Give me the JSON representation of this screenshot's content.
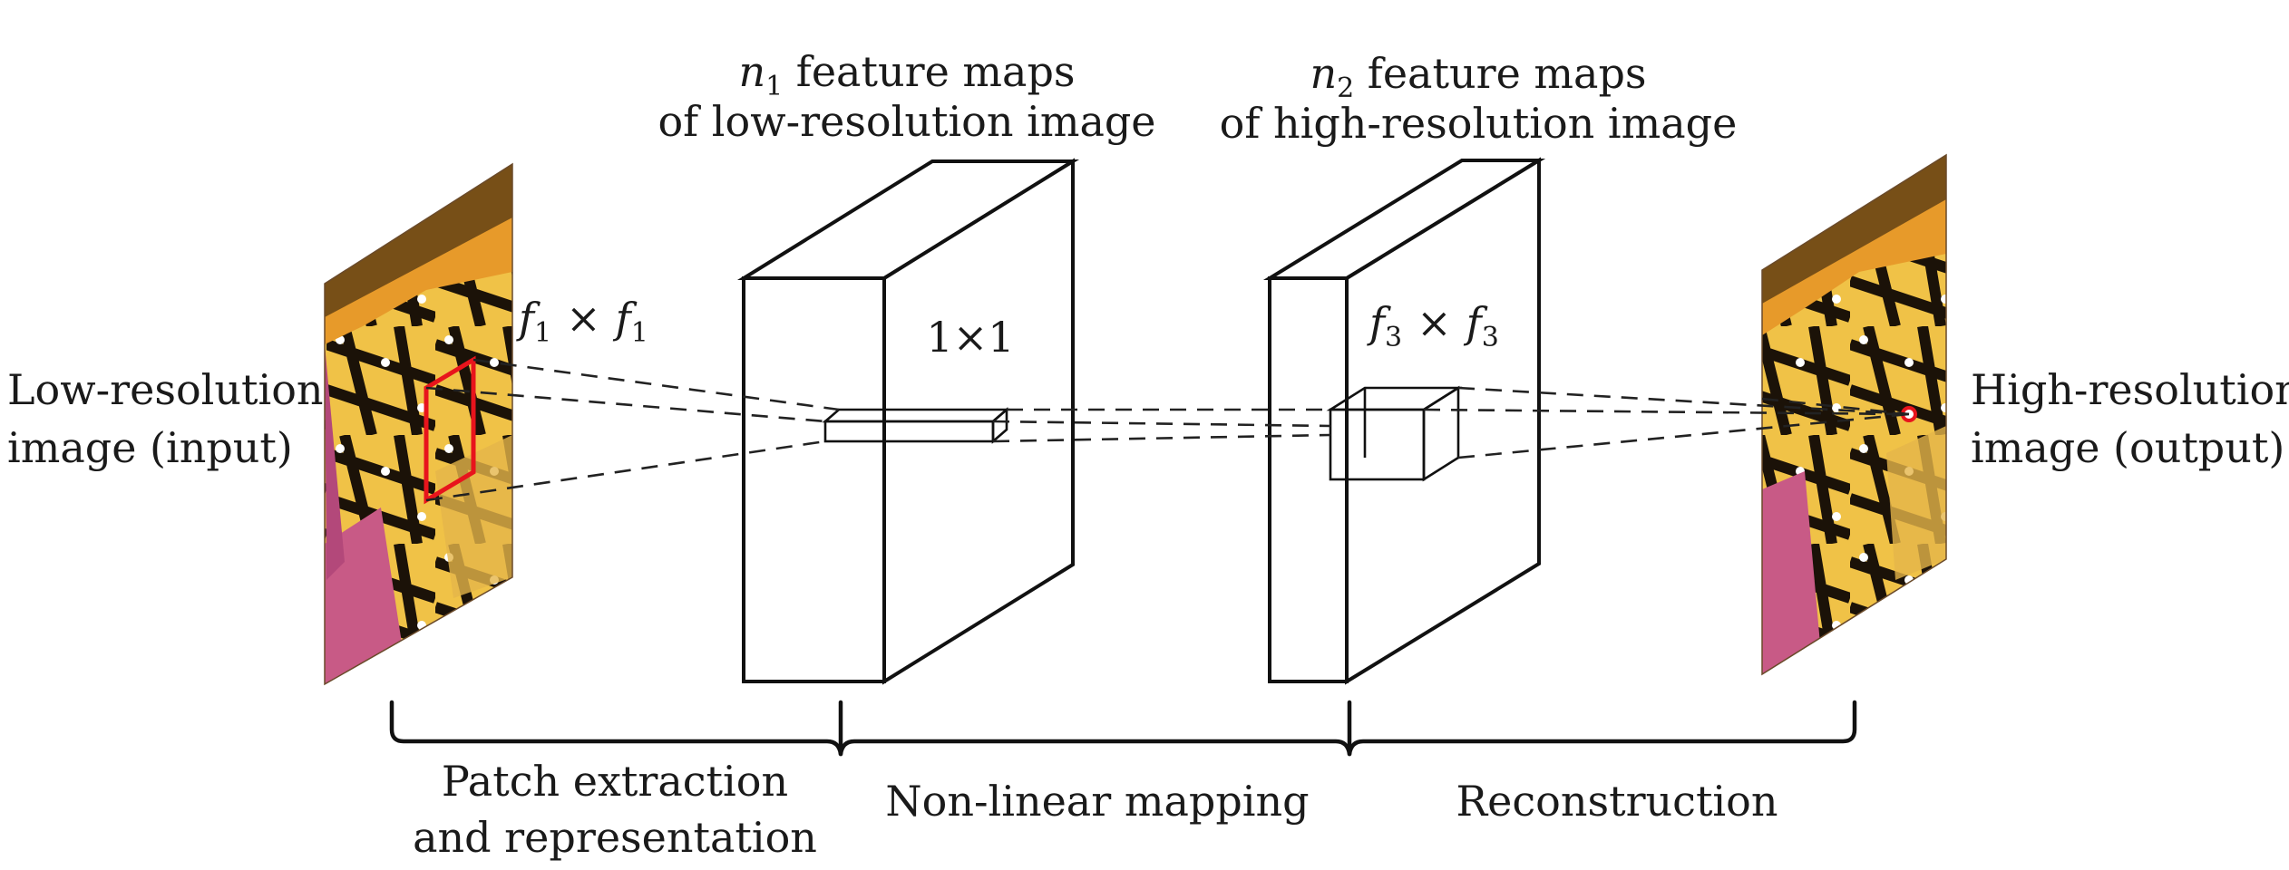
{
  "labels": {
    "input": [
      "Low-resolution",
      "image (input)"
    ],
    "output": [
      "High-resolution",
      "image (output)"
    ],
    "n1": {
      "var": "n",
      "sub": "1",
      "line1": " feature maps",
      "line2": "of low-resolution image"
    },
    "n2": {
      "var": "n",
      "sub": "2",
      "line1": " feature maps",
      "line2": "of high-resolution image"
    },
    "f1": {
      "var": "f",
      "sub": "1",
      "times": "×"
    },
    "f3": {
      "var": "f",
      "sub": "3",
      "times": "×"
    },
    "one_by_one": "1×1"
  },
  "stages": [
    {
      "label_lines": [
        "Patch extraction",
        "and representation"
      ]
    },
    {
      "label_lines": [
        "Non-linear mapping"
      ]
    },
    {
      "label_lines": [
        "Reconstruction"
      ]
    }
  ],
  "colors": {
    "patch_outline": "#e8141c",
    "wing_orange": "#e79a2a",
    "wing_yellow": "#f0c247",
    "wing_black": "#1b1208",
    "flower_pink": "#c85a86"
  }
}
